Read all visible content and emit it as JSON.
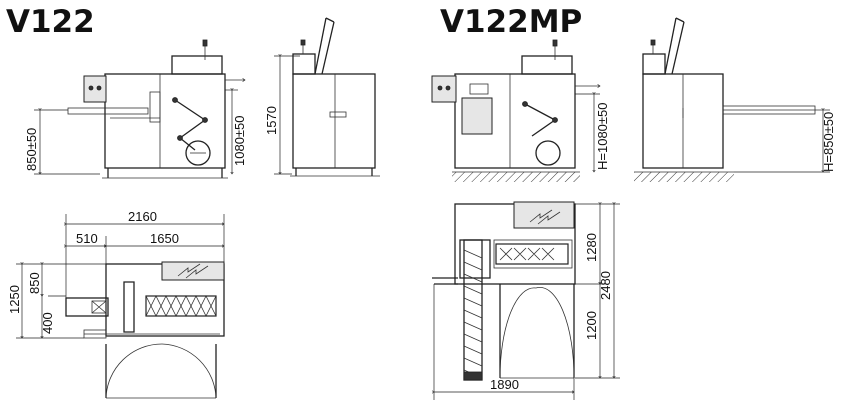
{
  "models": {
    "v122": "V122",
    "v122mp": "V122MP"
  },
  "v122": {
    "front": {
      "infeed_height": "850±50",
      "outfeed_height": "1080±50"
    },
    "side": {
      "total_height": "1570"
    },
    "top": {
      "overall_length": "2160",
      "infeed_length": "510",
      "machine_length": "1650",
      "total_width": "1250",
      "rear_width": "850",
      "front_width": "400"
    }
  },
  "v122mp": {
    "front": {
      "outfeed_height": "H=1080±50"
    },
    "side": {
      "infeed_height": "H=850±50"
    },
    "top": {
      "rear_width": "1280",
      "front_width": "1200",
      "total_width": "2480",
      "overall_length": "1890"
    }
  }
}
